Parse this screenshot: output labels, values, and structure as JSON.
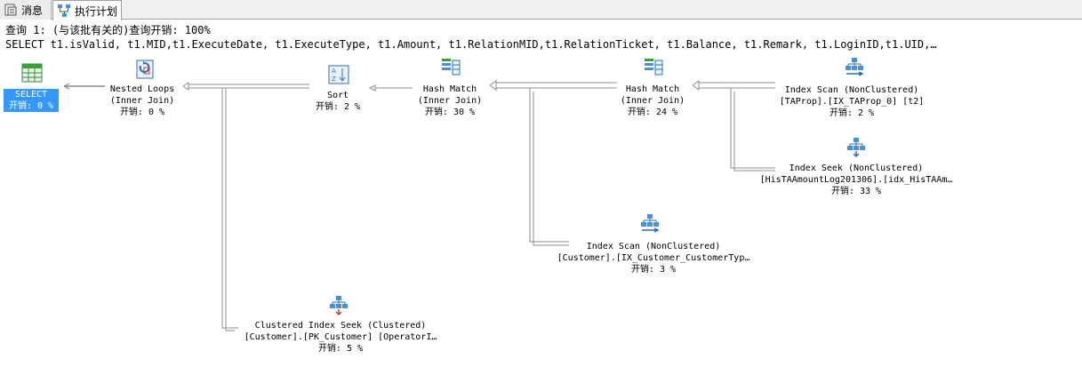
{
  "tabs": [
    {
      "label": "消息",
      "icon": "messages-icon"
    },
    {
      "label": "执行计划",
      "icon": "execution-plan-icon"
    }
  ],
  "query_header": "查询 1: (与该批有关的)查询开销: 100%",
  "query_sql": "SELECT t1.isValid, t1.MID,t1.ExecuteDate, t1.ExecuteType, t1.Amount, t1.RelationMID,t1.RelationTicket, t1.Balance, t1.Remark, t1.LoginID,t1.UID,…",
  "operators": {
    "select": {
      "name": "SELECT",
      "cost": "开销: 0 %"
    },
    "nested_loops": {
      "name": "Nested Loops",
      "detail": "(Inner Join)",
      "cost": "开销: 0 %"
    },
    "sort": {
      "name": "Sort",
      "cost": "开销: 2 %"
    },
    "hash_match_1": {
      "name": "Hash Match",
      "detail": "(Inner Join)",
      "cost": "开销: 30 %"
    },
    "hash_match_2": {
      "name": "Hash Match",
      "detail": "(Inner Join)",
      "cost": "开销: 24 %"
    },
    "index_scan_taprop": {
      "name": "Index Scan (NonClustered)",
      "detail": "[TAProp].[IX_TAProp_0] [t2]",
      "cost": "开销: 2 %"
    },
    "index_seek_histaamount": {
      "name": "Index Seek (NonClustered)",
      "detail": "[HisTAAmountLog201306].[idx_HisTAAm…",
      "cost": "开销: 33 %"
    },
    "index_scan_customer": {
      "name": "Index Scan (NonClustered)",
      "detail": "[Customer].[IX_Customer_CustomerTyp…",
      "cost": "开销: 3 %"
    },
    "clustered_index_seek": {
      "name": "Clustered Index Seek (Clustered)",
      "detail": "[Customer].[PK_Customer] [OperatorI…",
      "cost": "开销: 5 %"
    }
  }
}
